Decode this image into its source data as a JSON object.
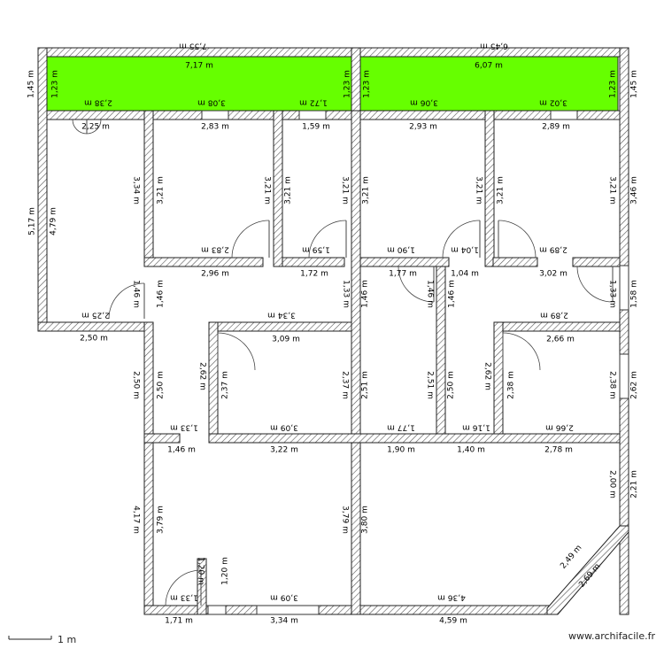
{
  "footer": {
    "watermark": "www.archifacile.fr",
    "scale_label": "1 m"
  },
  "dimensions": [
    {
      "t": "7,55 m"
    },
    {
      "t": "6,45 m"
    },
    {
      "t": "7,17 m"
    },
    {
      "t": "6,07 m"
    },
    {
      "t": "1,45 m"
    },
    {
      "t": "1,45 m"
    },
    {
      "t": "1,23 m"
    },
    {
      "t": "1,23 m"
    },
    {
      "t": "1,23 m"
    },
    {
      "t": "1,23 m"
    },
    {
      "t": "2,38 m"
    },
    {
      "t": "3,08 m"
    },
    {
      "t": "1,72 m"
    },
    {
      "t": "3,06 m"
    },
    {
      "t": "3,02 m"
    },
    {
      "t": "2,25 m"
    },
    {
      "t": "2,83 m"
    },
    {
      "t": "1,59 m"
    },
    {
      "t": "2,93 m"
    },
    {
      "t": "2,89 m"
    },
    {
      "t": "5,17 m"
    },
    {
      "t": "4,79 m"
    },
    {
      "t": "3,34 m"
    },
    {
      "t": "3,21 m"
    },
    {
      "t": "3,21 m"
    },
    {
      "t": "3,21 m"
    },
    {
      "t": "3,21 m"
    },
    {
      "t": "3,21 m"
    },
    {
      "t": "3,21 m"
    },
    {
      "t": "3,21 m"
    },
    {
      "t": "3,21 m"
    },
    {
      "t": "3,46 m"
    },
    {
      "t": "2,83 m"
    },
    {
      "t": "1,59 m"
    },
    {
      "t": "1,90 m"
    },
    {
      "t": "1,04 m"
    },
    {
      "t": "2,89 m"
    },
    {
      "t": "2,96 m"
    },
    {
      "t": "1,72 m"
    },
    {
      "t": "1,77 m"
    },
    {
      "t": "1,04 m"
    },
    {
      "t": "3,02 m"
    },
    {
      "t": "1,46 m"
    },
    {
      "t": "1,46 m"
    },
    {
      "t": "1,33 m"
    },
    {
      "t": "1,46 m"
    },
    {
      "t": "1,46 m"
    },
    {
      "t": "1,46 m"
    },
    {
      "t": "1,33 m"
    },
    {
      "t": "1,58 m"
    },
    {
      "t": "2,25 m"
    },
    {
      "t": "3,34 m"
    },
    {
      "t": "2,89 m"
    },
    {
      "t": "2,50 m"
    },
    {
      "t": "3,09 m"
    },
    {
      "t": "2,66 m"
    },
    {
      "t": "2,50 m"
    },
    {
      "t": "2,50 m"
    },
    {
      "t": "2,62 m"
    },
    {
      "t": "2,37 m"
    },
    {
      "t": "2,37 m"
    },
    {
      "t": "2,51 m"
    },
    {
      "t": "2,51 m"
    },
    {
      "t": "2,50 m"
    },
    {
      "t": "2,62 m"
    },
    {
      "t": "2,38 m"
    },
    {
      "t": "2,38 m"
    },
    {
      "t": "2,62 m"
    },
    {
      "t": "1,33 m"
    },
    {
      "t": "3,09 m"
    },
    {
      "t": "1,77 m"
    },
    {
      "t": "1,16 m"
    },
    {
      "t": "2,66 m"
    },
    {
      "t": "1,46 m"
    },
    {
      "t": "3,22 m"
    },
    {
      "t": "1,90 m"
    },
    {
      "t": "1,40 m"
    },
    {
      "t": "2,78 m"
    },
    {
      "t": "4,17 m"
    },
    {
      "t": "3,79 m"
    },
    {
      "t": "3,79 m"
    },
    {
      "t": "3,80 m"
    },
    {
      "t": "2,00 m"
    },
    {
      "t": "2,21 m"
    },
    {
      "t": "2,49 m"
    },
    {
      "t": "2,69 m"
    },
    {
      "t": "1,20 m"
    },
    {
      "t": "1,20 m"
    },
    {
      "t": "1,33 m"
    },
    {
      "t": "3,09 m"
    },
    {
      "t": "4,36 m"
    },
    {
      "t": "1,71 m"
    },
    {
      "t": "3,34 m"
    },
    {
      "t": "4,59 m"
    }
  ]
}
